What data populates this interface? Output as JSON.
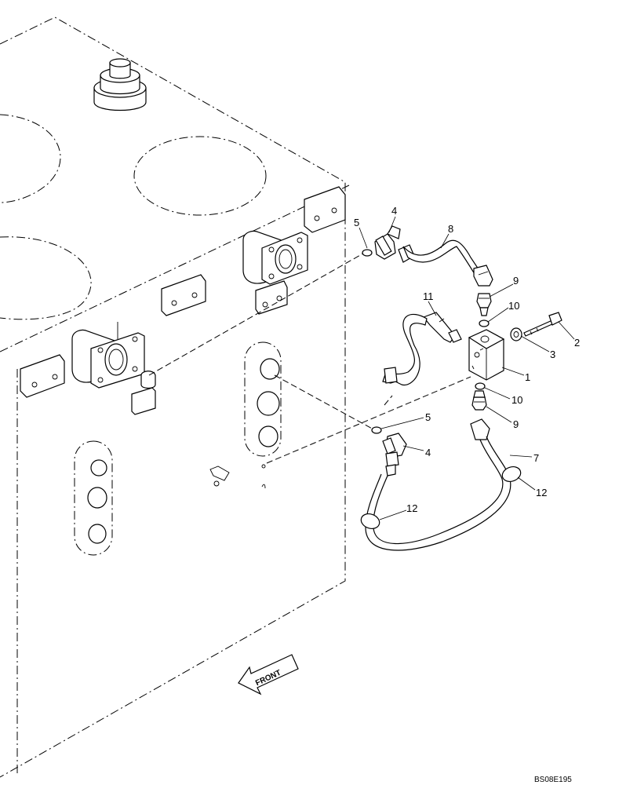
{
  "drawing": {
    "reference": "BS08E195",
    "front_label": "FRONT"
  },
  "callouts": {
    "c1": "1",
    "c2": "2",
    "c3": "3",
    "c4_top": "4",
    "c4_bottom": "4",
    "c5_top": "5",
    "c5_bottom": "5",
    "c7": "7",
    "c8": "8",
    "c9_top": "9",
    "c9_bottom": "9",
    "c10_top": "10",
    "c10_bottom": "10",
    "c11": "11",
    "c12_right": "12",
    "c12_left": "12"
  }
}
